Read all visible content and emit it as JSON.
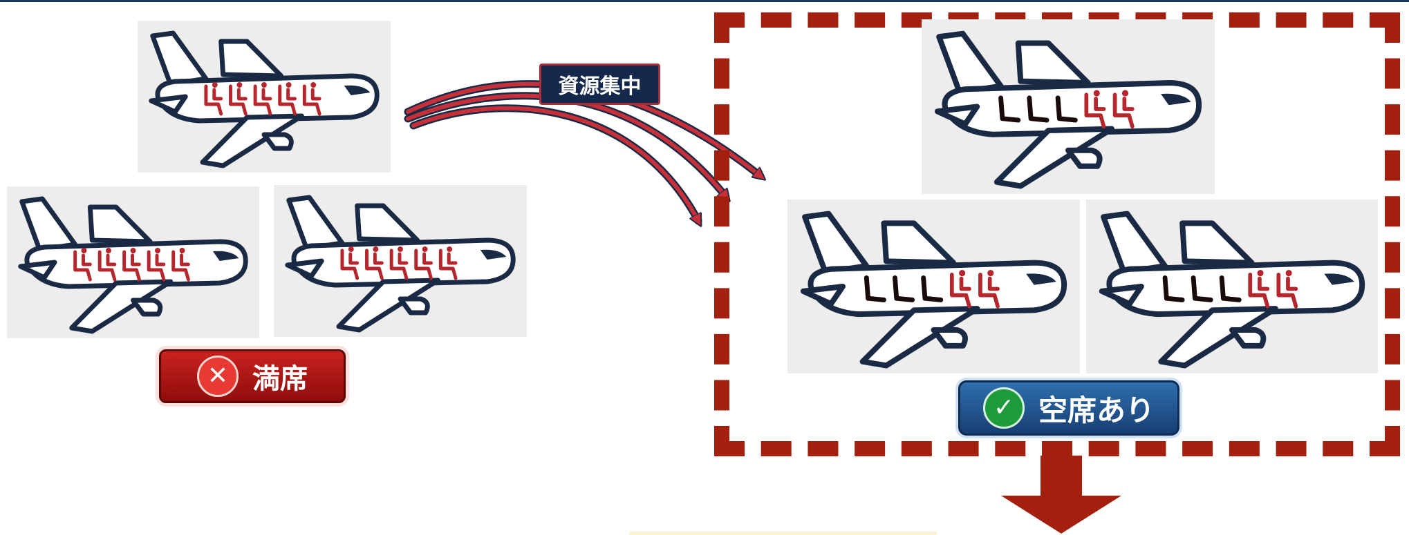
{
  "labels": {
    "full": "満席",
    "available": "空席あり",
    "concentrate": "資源集中"
  },
  "icons": {
    "full": "x-icon",
    "available": "check-icon",
    "arrow": "down-arrow"
  },
  "planes": {
    "left_group": {
      "count": 3,
      "occupied_seats_each": 5,
      "empty_seats_each": 0
    },
    "right_group": {
      "count": 3,
      "occupied_seats_each": 2,
      "empty_seats_each": 3
    }
  },
  "colors": {
    "accent_red": "#a3200f",
    "seat_red": "#b5262d",
    "outline_navy": "#1a2a45",
    "badge_blue": "#1f4f8c",
    "check_green": "#1e9b3b",
    "card_bg": "#ededed"
  }
}
